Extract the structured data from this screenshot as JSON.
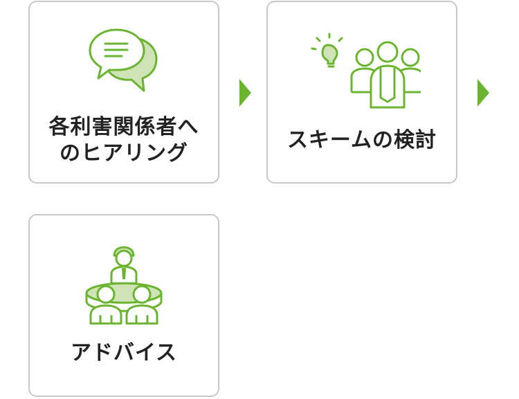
{
  "accent_color": "#6ab42f",
  "icon_fill_color": "#cfe3b6",
  "steps": [
    {
      "label_line1": "各利害関係者へ",
      "label_line2": "のヒアリング",
      "icon": "speech-bubbles-icon"
    },
    {
      "label": "スキームの検討",
      "icon": "team-idea-icon"
    },
    {
      "label": "アドバイス",
      "icon": "meeting-advisor-icon"
    }
  ]
}
